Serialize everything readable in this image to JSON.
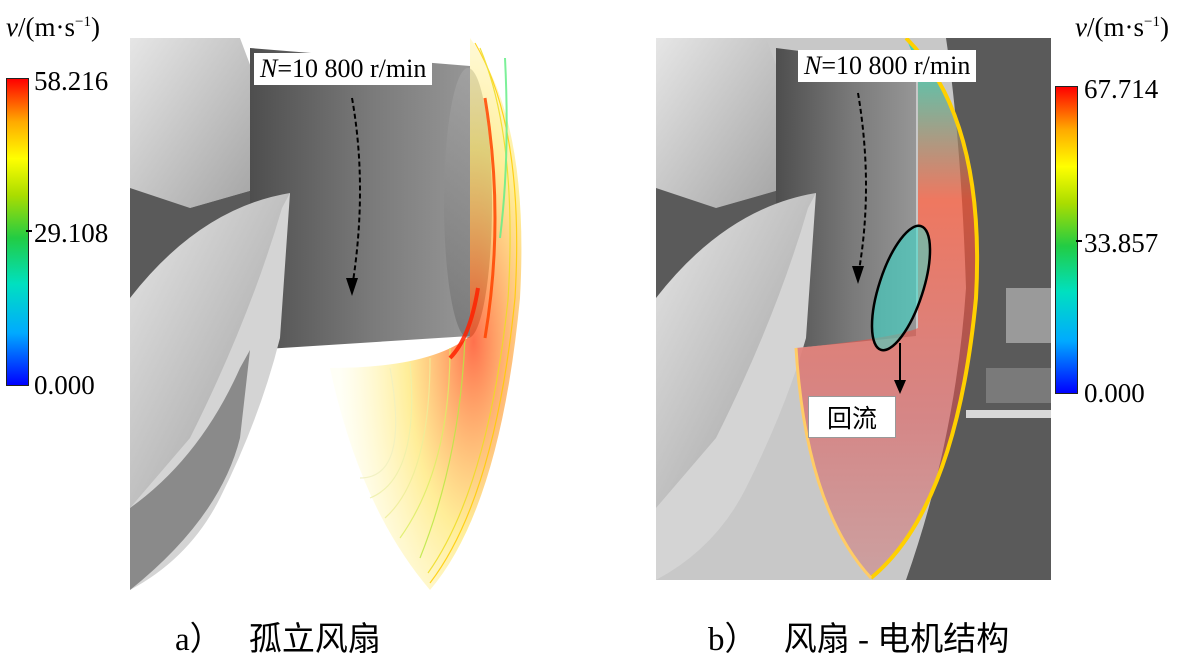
{
  "panel_a": {
    "legend": {
      "var_symbol": "v",
      "unit_text": "/(m·s",
      "unit_exponent": "−1",
      "unit_close": ")",
      "max_label": "58.216",
      "mid_label": "29.108",
      "min_label": "0.000"
    },
    "speed_label_symbol": "N",
    "speed_label_value": "=10 800 r/min",
    "caption_letter": "a）",
    "caption_text": "孤立风扇"
  },
  "panel_b": {
    "legend": {
      "var_symbol": "v",
      "unit_text": "/(m·s",
      "unit_exponent": "−1",
      "unit_close": ")",
      "max_label": "67.714",
      "mid_label": "33.857",
      "min_label": "0.000"
    },
    "speed_label_symbol": "N",
    "speed_label_value": "=10 800 r/min",
    "callout": "回流",
    "caption_letter": "b）",
    "caption_text": "风扇 - 电机结构"
  },
  "colormap": [
    "#0000ff",
    "#00aaff",
    "#00e0c0",
    "#22cc44",
    "#aadd00",
    "#ffff00",
    "#ffaa00",
    "#ff0000"
  ]
}
